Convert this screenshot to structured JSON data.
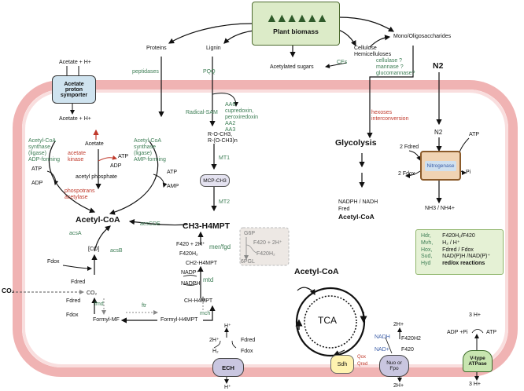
{
  "plant": {
    "label": "Plant biomass"
  },
  "top": {
    "proteins": "Proteins",
    "lignin": "Lignin",
    "acetylated_sugars": "Acetylated sugars",
    "cellulose": "Cellulose\nHemicelluloses",
    "mono": "Mono/Oligosaccharides",
    "ces": "CEs",
    "cellulase": "cellulase ?\nmannase ?\nglucomannase?",
    "peptidases": "peptidases",
    "pqq": "PQQ",
    "radical_sam": "Radical-SAM",
    "aa_list": "AA6\ncupredoxin,\nperoxiredoxin\nAA2\nAA3"
  },
  "acetate_symporter": {
    "top_label": "Acetate + H+",
    "box_label": "Acetate\nproton\nsymporter",
    "bottom_label": "Acetate + H+"
  },
  "acetate_cycle": {
    "acetate": "Acetate",
    "synthase_left": "Acetyl-CoA\nsynthase\n(ligase)\nADP-forming",
    "synthase_right": "Acetyl-CoA\nsynthase\n(ligase)\nAMP-forming",
    "acetate_kinase": "acetate\nkinase",
    "atp1": "ATP",
    "adp1": "ADP",
    "atp_left": "ATP",
    "adp_left": "ADP",
    "atp_right": "ATP",
    "amp_right": "AMP",
    "acetyl_phosphate": "acetyl phosphate",
    "phospho": "phospotrans\nacetylase",
    "acetyl_coa": "Acetyl-CoA"
  },
  "wood_ljungdahl": {
    "acsA": "acsA",
    "acsCDE": "acsCDE",
    "acsB": "acsB",
    "co_bracket": "[CO]",
    "fdox1": "Fdox",
    "fdred1": "Fdred",
    "co2_in": "CO₂",
    "co2_small": "CO₂",
    "fdred2": "Fdred",
    "fdox2": "Fdox",
    "fmd": "fmd",
    "formyl_mf": "Formyl-MF",
    "ftr": "ftr",
    "formyl_h4mpt": "Formyl-H4MPT",
    "mch": "mch",
    "ch_h4mpt": "CH-H4MPT",
    "nadph": "NADPH",
    "nadp": "NADP⁺",
    "mtd": "mtd",
    "ch2_h4mpt": "CH2-H4MPT",
    "f420h2": "F420H₂",
    "f420": "F420 + 2H⁺",
    "mer_fgd": "mer/fgd",
    "ch3_h4mpt": "CH3-H4MPT",
    "mt2": "MT2",
    "mcp": "MCP-CH3",
    "mt1": "MT1",
    "r_och3": "R-O-CH3,\nR-(O-CH3)n"
  },
  "g6p_box": {
    "g6p": "G6P",
    "f420": "F420 + 2H⁺",
    "f420h2": "F420H₂",
    "sixpgl": "6PGL"
  },
  "glycolysis": {
    "hexoses": "hexoses\ninterconversion",
    "title": "Glycolysis",
    "nadph_nadh": "NADPH / NADH",
    "fred": "Fred",
    "acetyl_coa": "Acetyl-CoA"
  },
  "nitrogenase": {
    "n2_out": "N2",
    "n2_in": "N2",
    "fdred": "2 Fdred",
    "atp": "ATP",
    "fdox": "2 Fdox",
    "pi": "Pi",
    "box": "Nitrogenase",
    "nh3": "NH3 / NH4+"
  },
  "legend": {
    "rows": [
      {
        "key": "Hdr,",
        "val": "F420H₂/F420"
      },
      {
        "key": "Mvh,",
        "val": "H₂ / H⁺"
      },
      {
        "key": "Hox,",
        "val": "Fdred / Fdox"
      },
      {
        "key": "Sud,",
        "val": "NAD(P)H /NAD(P)⁺"
      },
      {
        "key": "Hyd",
        "val": "red/ox reactions"
      }
    ]
  },
  "tca": {
    "acetyl_coa": "Acetyl-CoA",
    "label": "TCA",
    "sdh": "Sdh",
    "qox": "Qox",
    "qred": "Qred"
  },
  "ech": {
    "h_top": "H⁺",
    "two_h": "2H⁺",
    "fdred": "Fdred",
    "h2": "H₂",
    "fdox": "Fdox",
    "box": "ECH",
    "h_bottom": "H⁺"
  },
  "nuo": {
    "nadh": "NADH",
    "nad": "NAD+",
    "two_h_top": "2H+",
    "f420h2": "F420H2",
    "f420": "F420",
    "box": "Nuo or\nFpo",
    "two_h_bottom": "2H+"
  },
  "vtype": {
    "three_h_top": "3 H+",
    "adp_pi": "ADP +Pi",
    "atp": "ATP",
    "box": "V-type\nATPase",
    "three_h_bottom": "3 H+"
  },
  "colors": {
    "membrane_outer": "#f0b3b3",
    "membrane_inner": "#f9dede",
    "green_text": "#3c7d54",
    "red_text": "#c0392b",
    "blue_text": "#3b5ea8",
    "plant_box": "#dcebc8",
    "legend_box": "#e5f1d5",
    "nitrogenase_box": "#f0d3b3"
  }
}
